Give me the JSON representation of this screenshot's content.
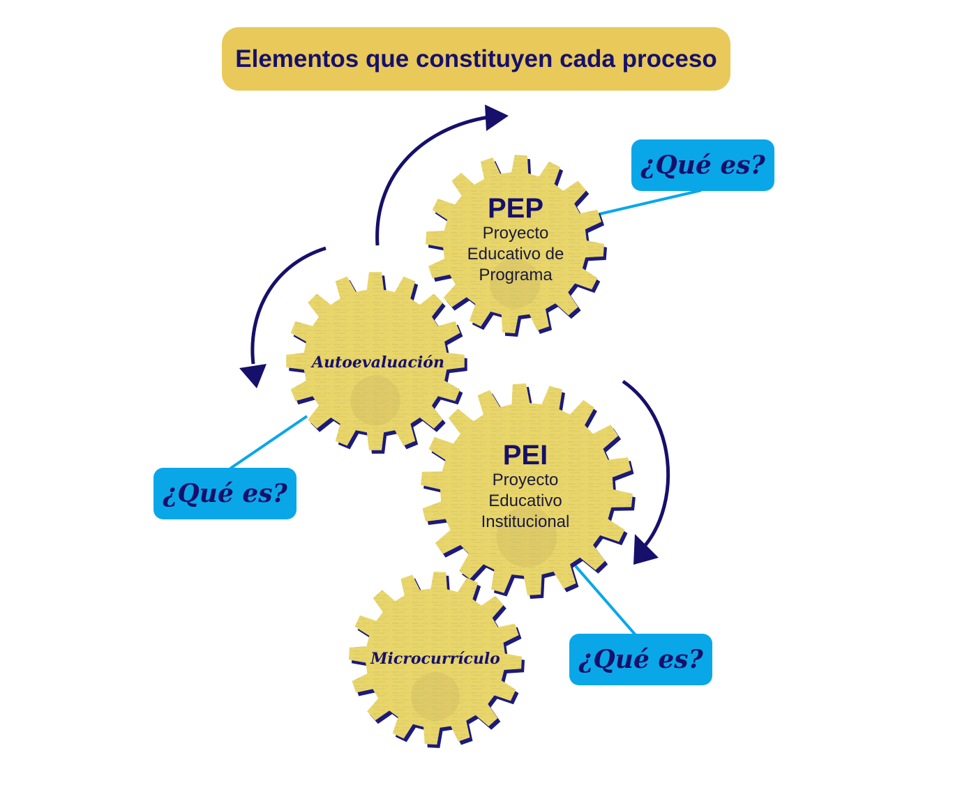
{
  "title": "Elementos que constituyen cada proceso",
  "colors": {
    "title_background": "#e8c95a",
    "text_dark": "#16106b",
    "gear_fill": "#e9d66b",
    "gear_shadow": "#1c1a7a",
    "button_background": "#0aa7e8",
    "connector_line": "#0aa7e8",
    "arrow": "#16106b"
  },
  "gears": {
    "pep": {
      "acronym": "PEP",
      "full_name": "Proyecto\nEducativo de\nPrograma"
    },
    "autoevaluacion": {
      "label": "Autoevaluación"
    },
    "pei": {
      "acronym": "PEI",
      "full_name": "Proyecto\nEducativo\nInstitucional"
    },
    "microcurriculo": {
      "label": "Microcurrículo"
    }
  },
  "buttons": {
    "pep_question": "¿Qué es?",
    "autoevaluacion_question": "¿Qué es?",
    "pei_question": "¿Qué es?"
  },
  "icons": [
    "gear-icon",
    "curved-arrow-icon"
  ]
}
